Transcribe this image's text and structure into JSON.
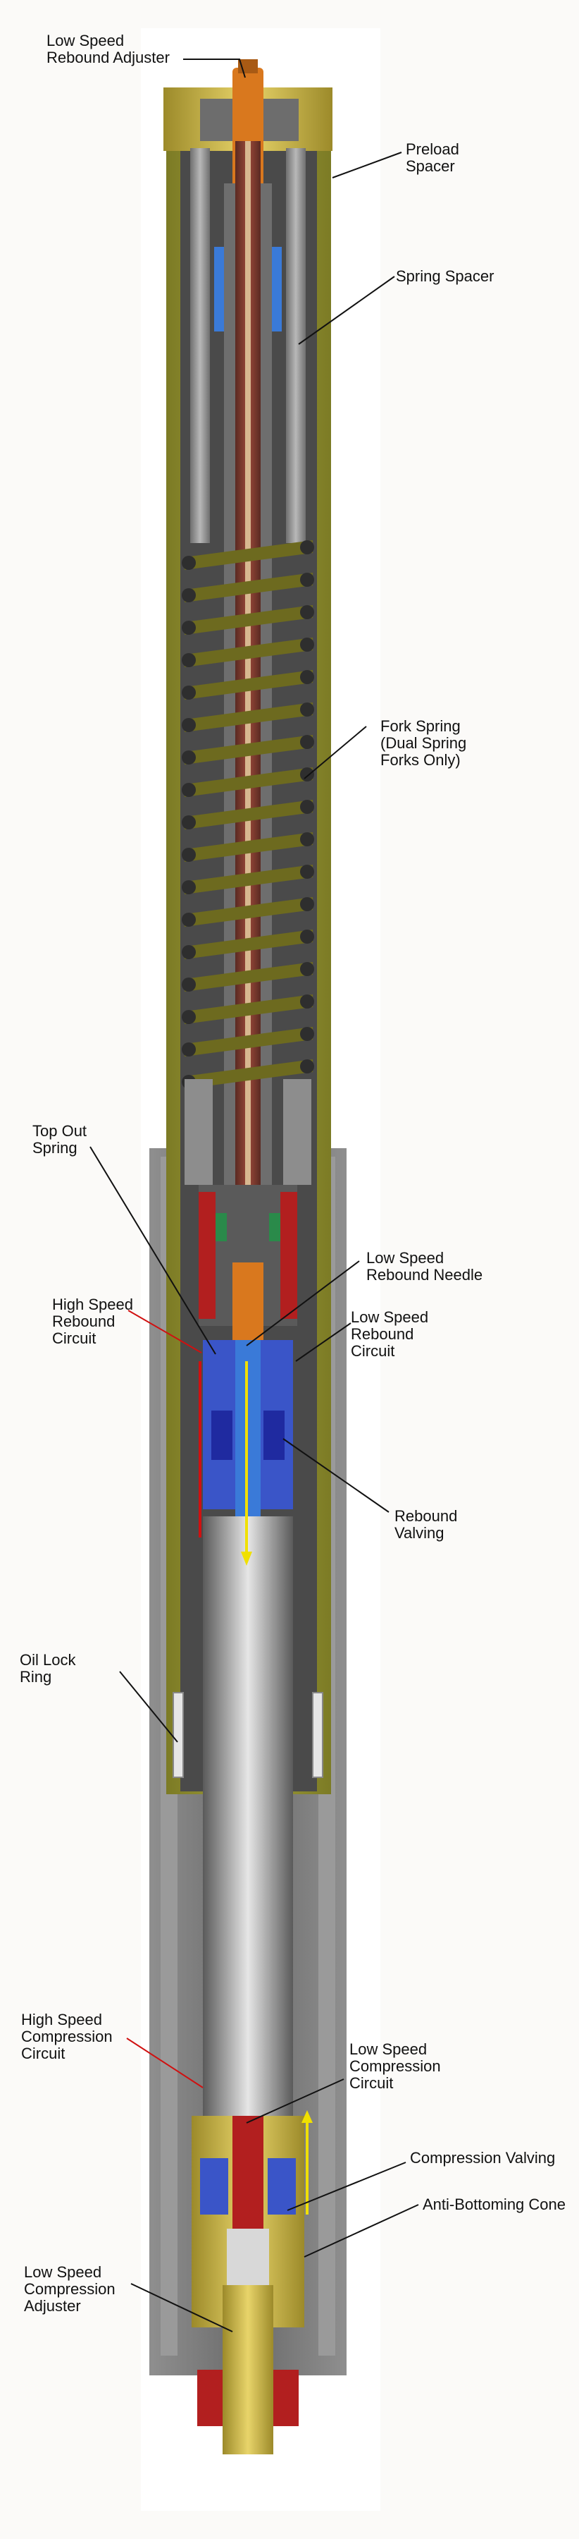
{
  "labels": {
    "low_speed_rebound_adjuster": "Low Speed\nRebound Adjuster",
    "preload_spacer": "Preload\nSpacer",
    "spring_spacer": "Spring Spacer",
    "fork_spring": "Fork Spring\n(Dual Spring\nForks Only)",
    "top_out_spring": "Top Out\nSpring",
    "low_speed_rebound_needle": "Low Speed\nRebound Needle",
    "high_speed_rebound_circuit": "High Speed\nRebound\nCircuit",
    "low_speed_rebound_circuit": "Low Speed\nRebound\nCircuit",
    "rebound_valving": "Rebound\nValving",
    "oil_lock_ring": "Oil Lock\nRing",
    "high_speed_compression_circuit": "High Speed\nCompression\nCircuit",
    "low_speed_compression_circuit": "Low Speed\nCompression\nCircuit",
    "compression_valving": "Compression Valving",
    "anti_bottoming_cone": "Anti-Bottoming Cone",
    "low_speed_compression_adjuster": "Low Speed\nCompression\nAdjuster"
  },
  "colors": {
    "background": "#fbfaf8",
    "panel": "#ffffff",
    "upper_tube": "#8a8a2a",
    "spring": "#6d6a1f",
    "lower_tube": "#7f7f7f",
    "damper_rod": "#b3b3b3",
    "cap_gold": "#c9b04a",
    "adjuster_orange": "#d9781e",
    "valve_blue": "#3a55c8",
    "valve_red": "#b21f1f",
    "flow_yellow": "#f0e000",
    "flow_red": "#d01010",
    "leader_line": "#111111"
  }
}
